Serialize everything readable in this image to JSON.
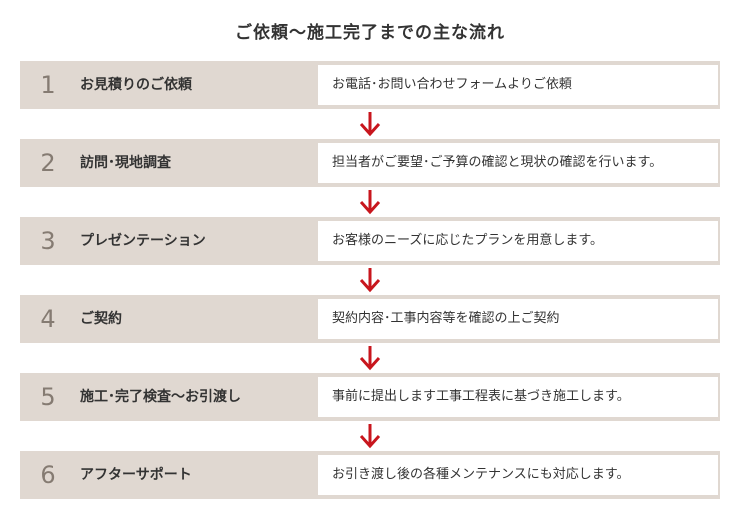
{
  "title": "ご依頼〜施工完了までの主な流れ",
  "steps": [
    {
      "number": "1",
      "name": "お見積りのご依頼",
      "description": "お電話･お問い合わせフォームよりご依頼"
    },
    {
      "number": "2",
      "name": "訪問･現地調査",
      "description": "担当者がご要望･ご予算の確認と現状の確認を行います。"
    },
    {
      "number": "3",
      "name": "プレゼンテーション",
      "description": "お客様のニーズに応じたプランを用意します。"
    },
    {
      "number": "4",
      "name": "ご契約",
      "description": "契約内容･工事内容等を確認の上ご契約"
    },
    {
      "number": "5",
      "name": "施工･完了検査〜お引渡し",
      "description": "事前に提出します工事工程表に基づき施工します。"
    },
    {
      "number": "6",
      "name": "アフターサポート",
      "description": "お引き渡し後の各種メンテナンスにも対応します。"
    }
  ],
  "colors": {
    "step_background": "#e0d8d1",
    "step_number": "#857b72",
    "arrow": "#c8161d"
  },
  "icons": {
    "arrow": "arrow-down-icon"
  }
}
